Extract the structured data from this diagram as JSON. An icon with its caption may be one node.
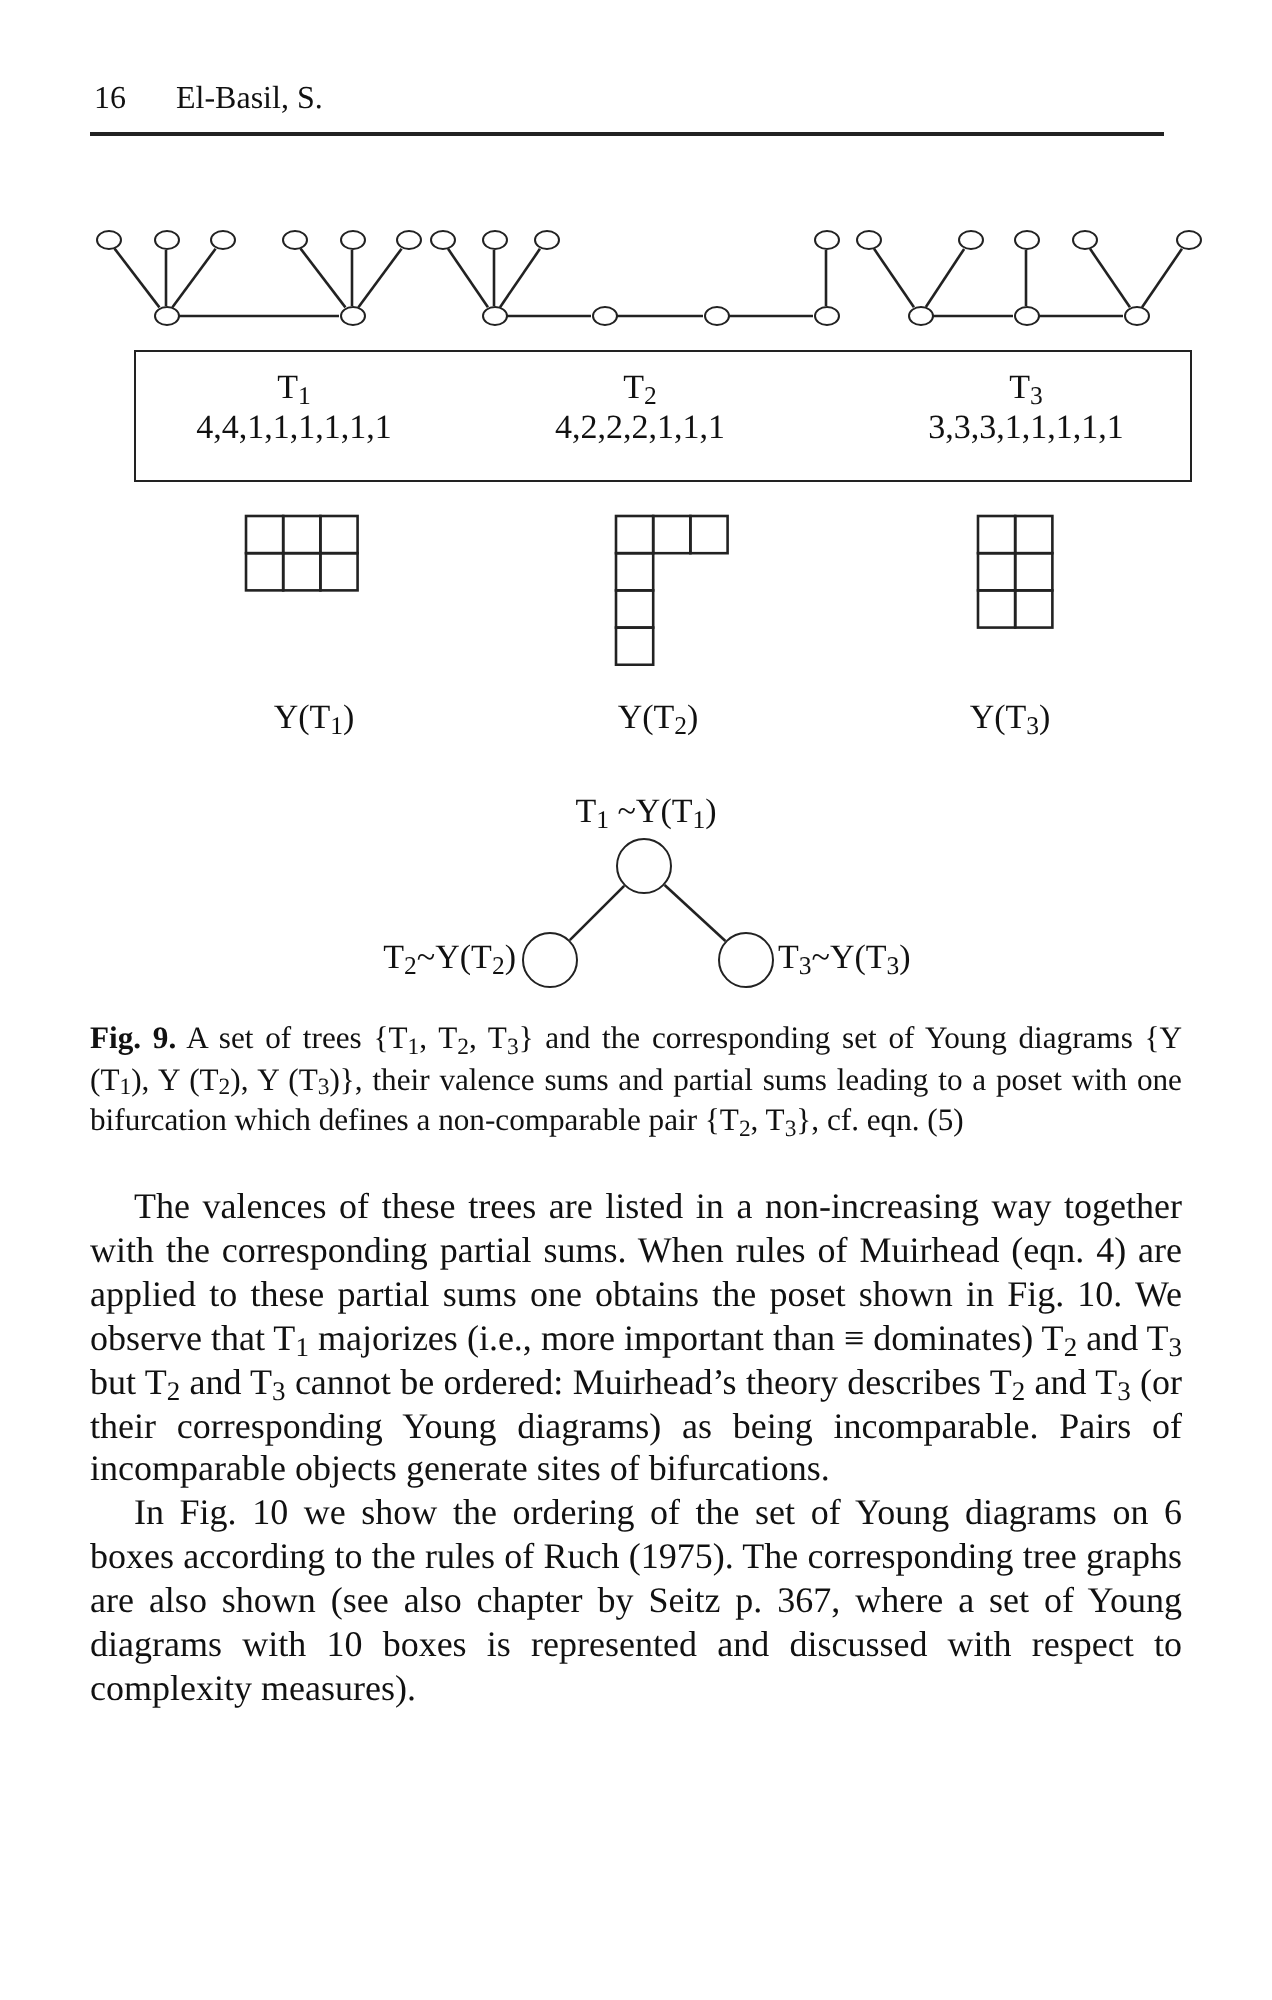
{
  "diagram": {
    "caption": "**Fig. 9.** A set of trees {T$_{1}$, T$_{2}$, T$_{3}$} and the corresponding set of Young diagrams {Y (T$_{1}$), Y (T$_{2}$), Y (T$_{3}$)}, their valence sums and partial sums leading to a poset with one bifurcation which defines a non-comparable pair {T$_{2}$, T$_{3}$}, cf. eqn. (5)",
    "nodes": [
      {
        "text": [],
        "shape": "circle"
      },
      {
        "text": [],
        "shape": "circle"
      },
      {
        "text": [],
        "shape": "circle"
      },
      {
        "text": [],
        "shape": "circle"
      },
      {
        "text": [],
        "shape": "circle"
      },
      {
        "text": [],
        "shape": "circle"
      },
      {
        "text": [],
        "shape": "circle"
      },
      {
        "text": [],
        "shape": "circle"
      },
      {
        "text": [],
        "shape": "circle"
      },
      {
        "text": [],
        "shape": "circle"
      },
      {
        "text": [],
        "shape": "circle"
      },
      {
        "text": [],
        "shape": "circle"
      },
      {
        "text": [],
        "shape": "circle"
      },
      {
        "text": [],
        "shape": "circle"
      },
      {
        "text": [],
        "shape": "circle"
      },
      {
        "text": [],
        "shape": "circle"
      },
      {
        "text": [],
        "shape": "circle"
      },
      {
        "text": [],
        "shape": "circle"
      },
      {
        "text": [],
        "shape": "circle"
      },
      {
        "text": [],
        "shape": "circle"
      },
      {
        "text": [],
        "shape": "circle"
      },
      {
        "text": [],
        "shape": "circle"
      },
      {
        "text": [],
        "shape": "circle"
      },
      {
        "text": [],
        "shape": "circle"
      },
      {
        "text": [
          "T$_{1}$",
          "4,4,1,1,1,1,1,1",
          "T$_{2}$",
          "4,2,2,2,1,1,1",
          "T$_{3}$",
          "3,3,3,1,1,1,1,1"
        ]
      },
      {
        "text": [],
        "shape": "circle",
        "beside": [
          "T$_{1}$ ~Y(T$_{1}$)"
        ]
      },
      {
        "text": [],
        "shape": "circle",
        "beside": [
          "T$_{2}$~Y(T$_{2}$)"
        ]
      },
      {
        "text": [],
        "shape": "circle",
        "beside": [
          "T$_{3}$~Y(T$_{3}$)"
        ]
      }
    ],
    "edges": [
      {
        "from": 15,
        "to": 0,
        "arrow": "none"
      },
      {
        "from": 15,
        "to": 1,
        "arrow": "none"
      },
      {
        "from": 15,
        "to": 2,
        "arrow": "none"
      },
      {
        "from": 16,
        "to": 3,
        "arrow": "none"
      },
      {
        "from": 16,
        "to": 4,
        "arrow": "none"
      },
      {
        "from": 16,
        "to": 5,
        "arrow": "none"
      },
      {
        "from": 15,
        "to": 16,
        "arrow": "none"
      },
      {
        "from": 17,
        "to": 6,
        "arrow": "none"
      },
      {
        "from": 17,
        "to": 7,
        "arrow": "none"
      },
      {
        "from": 17,
        "to": 8,
        "arrow": "none"
      },
      {
        "from": 17,
        "to": 18,
        "arrow": "none"
      },
      {
        "from": 18,
        "to": 19,
        "arrow": "none"
      },
      {
        "from": 19,
        "to": 20,
        "arrow": "none"
      },
      {
        "from": 20,
        "to": 9,
        "arrow": "none"
      },
      {
        "from": 21,
        "to": 10,
        "arrow": "none"
      },
      {
        "from": 21,
        "to": 11,
        "arrow": "none"
      },
      {
        "from": 22,
        "to": 12,
        "arrow": "none"
      },
      {
        "from": 23,
        "to": 13,
        "arrow": "none"
      },
      {
        "from": 23,
        "to": 14,
        "arrow": "none"
      },
      {
        "from": 21,
        "to": 22,
        "arrow": "none"
      },
      {
        "from": 22,
        "to": 23,
        "arrow": "none"
      },
      {
        "from": 25,
        "to": 26,
        "arrow": "none"
      },
      {
        "from": 25,
        "to": 27,
        "arrow": "none"
      }
    ],
    "labels": [
      "16",
      "El-Basil, S.",
      "Y(T$_{1}$)",
      "Y(T$_{2}$)",
      "Y(T$_{3}$)",
      "The valences of these trees are listed in a non-increasing way together with the corresponding partial sums. When rules of Muirhead (eqn. 4) are applied to these partial sums one obtains the poset shown in Fig. 10. We observe that T$_{1}$ majorizes (i.e., more important than ≡ dominates) T$_{2}$ and T$_{3}$ but T$_{2}$ and T$_{3}$ cannot be ordered: Muirhead’s theory describes T$_{2}$ and T$_{3}$ (or their corresponding Young diagrams) as being incomparable. Pairs of incomparable objects generate sites of bifurcations.",
      "In Fig. 10 we show the ordering of the set of Young diagrams on 6 boxes according to the rules of Ruch (1975). The corresponding tree graphs are also shown (see also chapter by Seitz p. 367, where a set of Young diagrams with 10 boxes is represented and discussed with respect to complexity measures)."
    ]
  }
}
